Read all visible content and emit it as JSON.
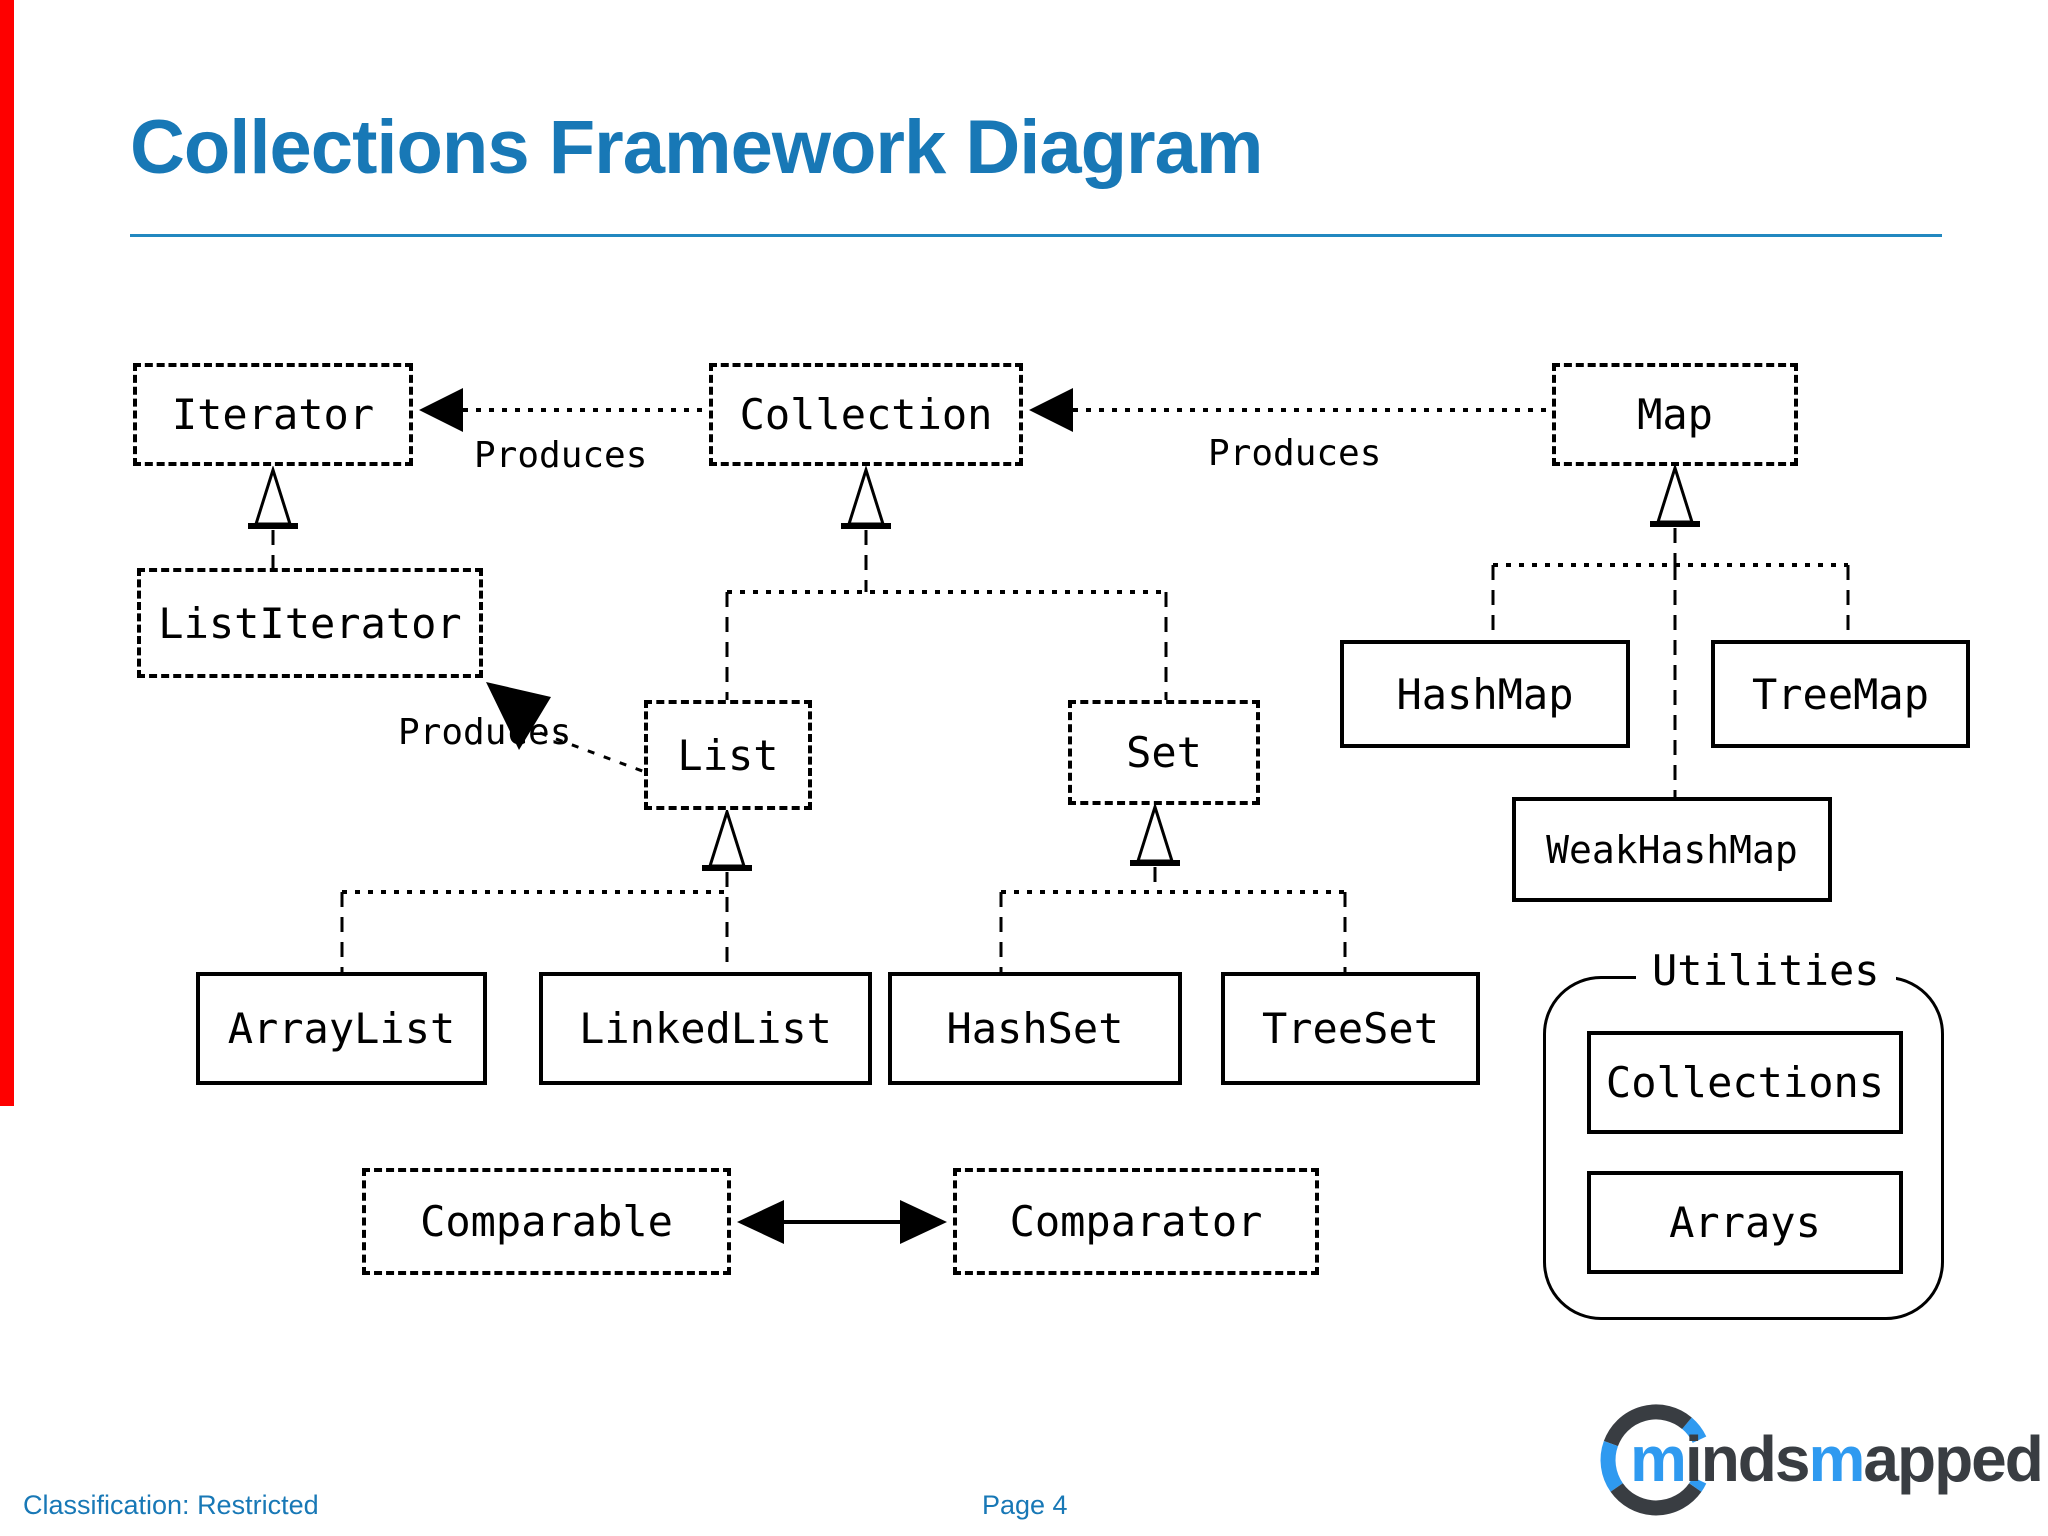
{
  "slide": {
    "title": "Collections Framework Diagram",
    "footer_classification": "Classification: Restricted",
    "footer_page": "Page 4"
  },
  "colors": {
    "accent_blue": "#1878b6",
    "red_bar": "#fe0000",
    "diagram_ink": "#000000",
    "logo_blue": "#2f9af0",
    "logo_dark": "#393d42"
  },
  "diagram": {
    "nodes": {
      "iterator": "Iterator",
      "collection": "Collection",
      "map": "Map",
      "list_iterator": "ListIterator",
      "list": "List",
      "set": "Set",
      "hash_map": "HashMap",
      "tree_map": "TreeMap",
      "weak_hash_map": "WeakHashMap",
      "array_list": "ArrayList",
      "linked_list": "LinkedList",
      "hash_set": "HashSet",
      "tree_set": "TreeSet",
      "comparable": "Comparable",
      "comparator": "Comparator",
      "collections_util": "Collections",
      "arrays_util": "Arrays"
    },
    "labels": {
      "produces_left": "Produces",
      "produces_right": "Produces",
      "produces_list": "Produces",
      "utilities": "Utilities"
    }
  },
  "logo": {
    "seg1": "m",
    "seg2": "inds",
    "seg3": "m",
    "seg4": "apped"
  }
}
